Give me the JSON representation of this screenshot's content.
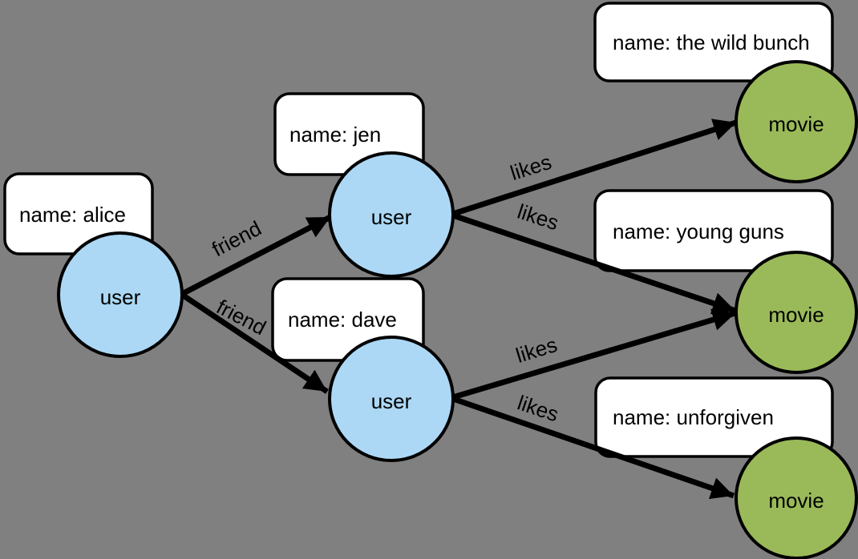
{
  "diagram": {
    "description": "Property graph of users and movies with friend and likes relationships",
    "colors": {
      "background": "#808080",
      "user_node": "#acd8f5",
      "movie_node": "#9aba59",
      "box_fill": "#ffffff",
      "stroke": "#000000"
    },
    "nodes": [
      {
        "id": "user-alice",
        "label": "user",
        "property": "name: alice"
      },
      {
        "id": "user-jen",
        "label": "user",
        "property": "name: jen"
      },
      {
        "id": "user-dave",
        "label": "user",
        "property": "name: dave"
      },
      {
        "id": "movie-the-wild-bunch",
        "label": "movie",
        "property": "name: the wild bunch"
      },
      {
        "id": "movie-young-guns",
        "label": "movie",
        "property": "name: young guns"
      },
      {
        "id": "movie-unforgiven",
        "label": "movie",
        "property": "name: unforgiven"
      }
    ],
    "edges": [
      {
        "from": "user-alice",
        "to": "user-jen",
        "label": "friend"
      },
      {
        "from": "user-alice",
        "to": "user-dave",
        "label": "friend"
      },
      {
        "from": "user-jen",
        "to": "movie-the-wild-bunch",
        "label": "likes"
      },
      {
        "from": "user-jen",
        "to": "movie-young-guns",
        "label": "likes"
      },
      {
        "from": "user-dave",
        "to": "movie-young-guns",
        "label": "likes"
      },
      {
        "from": "user-dave",
        "to": "movie-unforgiven",
        "label": "likes"
      }
    ]
  }
}
